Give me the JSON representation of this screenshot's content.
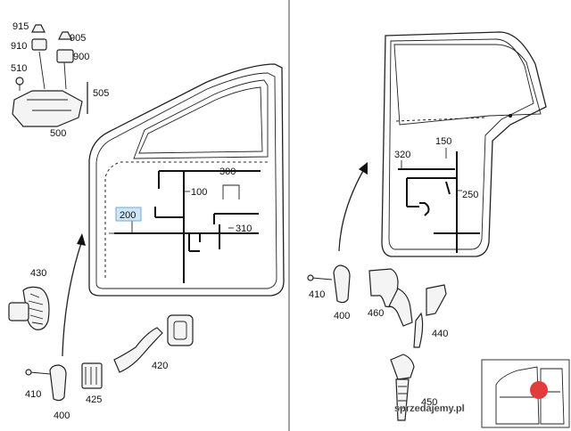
{
  "labels": {
    "l915": "915",
    "l910": "910",
    "l905": "905",
    "l900": "900",
    "l510": "510",
    "l505": "505",
    "l500": "500",
    "l300": "300",
    "l100": "100",
    "l200": "200",
    "l310": "310",
    "l430": "430",
    "l410a": "410",
    "l425": "425",
    "l400a": "400",
    "l420": "420",
    "l150": "150",
    "l320": "320",
    "l250": "250",
    "l410b": "410",
    "l400b": "400",
    "l460": "460",
    "l440": "440",
    "l450": "450"
  },
  "highlighted_label": "200",
  "watermark": "sprzedajemy.pl",
  "colors": {
    "highlight_fill": "#cfe6f5",
    "watermark_badge": "#e23c3c"
  }
}
